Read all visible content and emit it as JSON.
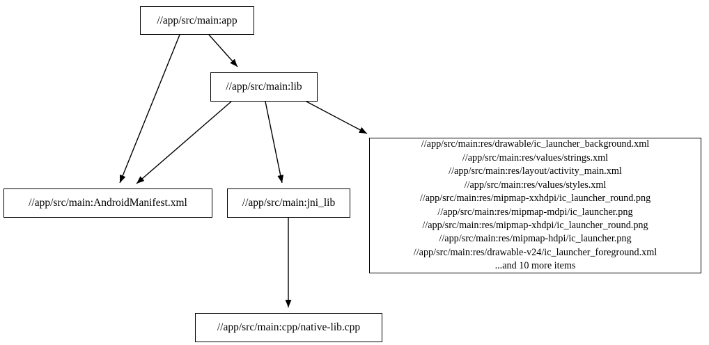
{
  "graph": {
    "type": "directed-dependency-graph",
    "background_color": "#ffffff",
    "node_border_color": "#000000",
    "edge_color": "#000000",
    "nodes": [
      {
        "id": "app",
        "label": "//app/src/main:app",
        "shape": "rect"
      },
      {
        "id": "lib",
        "label": "//app/src/main:lib",
        "shape": "rect"
      },
      {
        "id": "manifest",
        "label": "//app/src/main:AndroidManifest.xml",
        "shape": "rect"
      },
      {
        "id": "jni_lib",
        "label": "//app/src/main:jni_lib",
        "shape": "rect"
      },
      {
        "id": "native_lib",
        "label": "//app/src/main:cpp/native-lib.cpp",
        "shape": "rect"
      },
      {
        "id": "resources",
        "shape": "rect",
        "lines": [
          "//app/src/main:res/drawable/ic_launcher_background.xml",
          "//app/src/main:res/values/strings.xml",
          "//app/src/main:res/layout/activity_main.xml",
          "//app/src/main:res/values/styles.xml",
          "//app/src/main:res/mipmap-xxhdpi/ic_launcher_round.png",
          "//app/src/main:res/mipmap-mdpi/ic_launcher.png",
          "//app/src/main:res/mipmap-xhdpi/ic_launcher_round.png",
          "//app/src/main:res/mipmap-hdpi/ic_launcher.png",
          "//app/src/main:res/drawable-v24/ic_launcher_foreground.xml",
          "...and 10 more items"
        ]
      }
    ],
    "edges": [
      {
        "from": "app",
        "to": "lib"
      },
      {
        "from": "app",
        "to": "manifest"
      },
      {
        "from": "lib",
        "to": "manifest"
      },
      {
        "from": "lib",
        "to": "jni_lib"
      },
      {
        "from": "lib",
        "to": "resources"
      },
      {
        "from": "jni_lib",
        "to": "native_lib"
      }
    ]
  }
}
